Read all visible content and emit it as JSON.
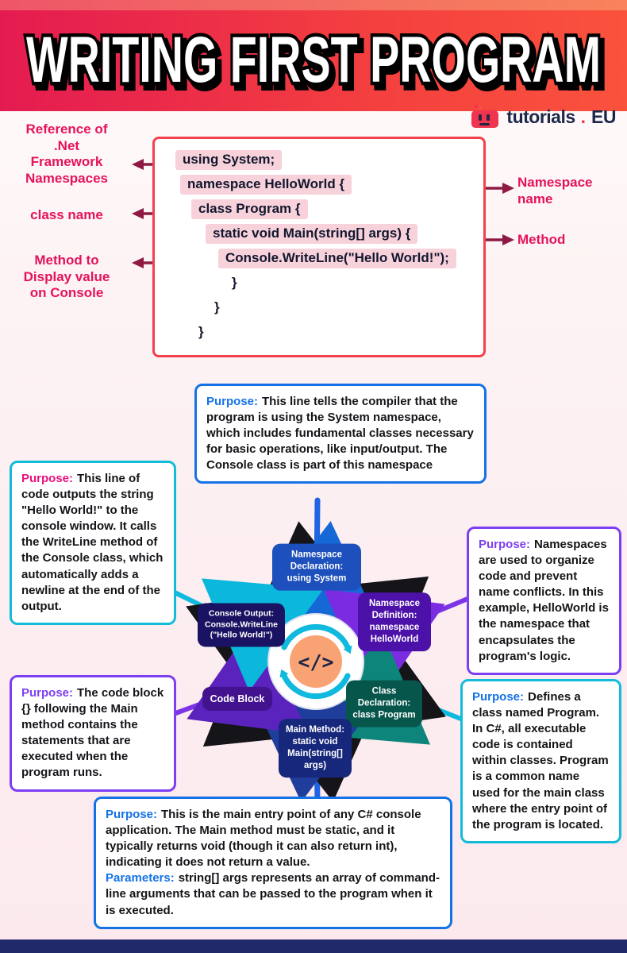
{
  "header": {
    "title": "WRITING FIRST PROGRAM"
  },
  "brand": {
    "name": "tutorials",
    "dot": ".",
    "tld": "EU"
  },
  "colors": {
    "banner_left": "#e41b51",
    "banner_right": "#fa523d",
    "crimson_label": "#e4135c",
    "code_border": "#f2414d",
    "code_highlight": "#f8d2db",
    "blue_accent": "#1472e6",
    "cyan_accent": "#12bcd9",
    "purple_accent": "#7e3ff2",
    "magenta_accent": "#e8117e",
    "footer": "#202a6a"
  },
  "labels": {
    "left": [
      "Reference of\n.Net\nFramework\nNamespaces",
      "class name",
      "Method to\nDisplay value\non Console"
    ],
    "right": [
      "Namespace\nname",
      "Method"
    ]
  },
  "code_panel": {
    "lines": [
      {
        "text": "using System;"
      },
      {
        "text": "namespace HelloWorld {"
      },
      {
        "text": "class Program {"
      },
      {
        "text": "static void Main(string[] args) {"
      },
      {
        "text": "Console.WriteLine(\"Hello World!\");"
      },
      {
        "text": "}"
      },
      {
        "text": "}"
      },
      {
        "text": "}"
      }
    ]
  },
  "diagram": {
    "center_icon": "</>",
    "segments": [
      {
        "label": "Namespace Declaration: using System"
      },
      {
        "label": "Namespace Definition: namespace HelloWorld"
      },
      {
        "label": "Class Declaration: class Program"
      },
      {
        "label": "Main Method: static void Main(string[] args)"
      },
      {
        "label": "Code Block"
      },
      {
        "label": "Console Output: Console.WriteLine (\"Hello World!\")"
      }
    ]
  },
  "callouts": {
    "using_system": {
      "heading": "Purpose:",
      "text": "This line tells the compiler that the program is using the System namespace, which includes fundamental classes necessary for basic operations, like input/output. The Console class is part of this namespace"
    },
    "console_output": {
      "heading": "Purpose:",
      "text": "This line of code outputs the string \"Hello World!\" to the console window. It calls the WriteLine method of the Console class, which automatically adds a newline at the end of the output."
    },
    "namespace_definition": {
      "heading": "Purpose:",
      "text": "Namespaces are used to organize code and prevent name conflicts. In this example, HelloWorld is the namespace that encapsulates the program's logic."
    },
    "code_block": {
      "heading": "Purpose:",
      "text": "The code block {} following the Main method contains the statements that are executed when the program runs."
    },
    "class_declaration": {
      "heading": "Purpose:",
      "text": "Defines a class named Program. In C#, all executable code is contained within classes. Program is a common name used for the main class where the entry point of the program is located."
    },
    "main_method": {
      "heading": "Purpose:",
      "text": "This is the main entry point of any C# console application. The Main method must be static, and it typically returns void (though it can also return int), indicating it does not return a value.",
      "heading2": "Parameters:",
      "text2": "string[] args represents an array of command-line arguments that can be passed to the program when it is executed."
    }
  }
}
